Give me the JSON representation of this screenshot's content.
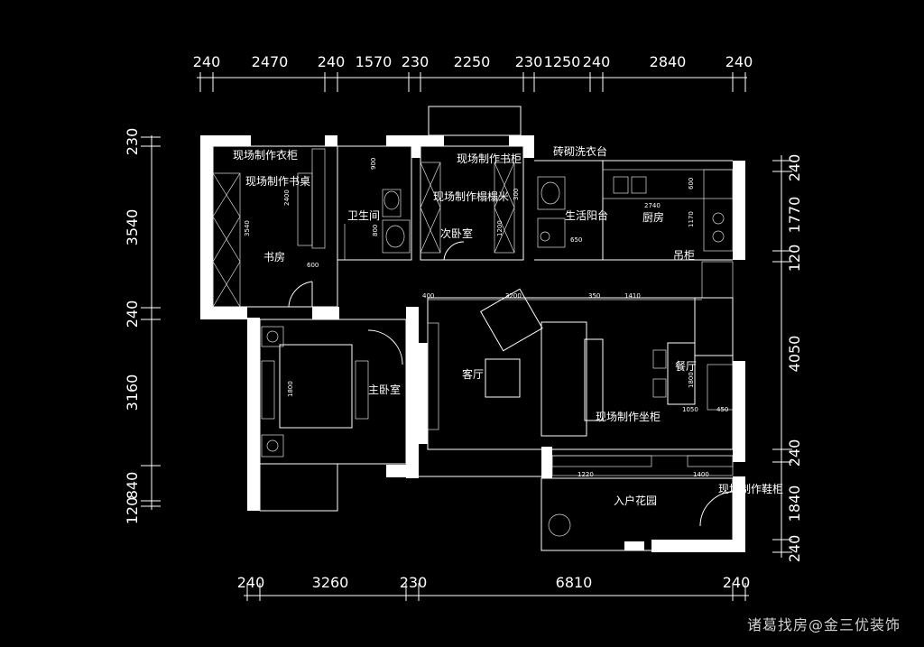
{
  "dims": {
    "top": [
      "240",
      "2470",
      "240",
      "1570",
      "230",
      "2250",
      "230",
      "1250",
      "240",
      "2840",
      "240"
    ],
    "bottom": [
      "240",
      "3260",
      "230",
      "6810",
      "240"
    ],
    "left": [
      "230",
      "3540",
      "240",
      "3160",
      "840",
      "120"
    ],
    "right": [
      "240",
      "1770",
      "120",
      "4050",
      "240",
      "1840",
      "240"
    ]
  },
  "rooms": {
    "study": "书房",
    "wardrobe": "现场制作衣柜",
    "desk": "现场制作书桌",
    "bathroom": "卫生间",
    "bookcase": "现场制作书柜",
    "tatami": "现场制作榻榻米",
    "second_bedroom": "次卧室",
    "sink": "砖砌洗衣台",
    "balcony": "生活阳台",
    "kitchen": "厨房",
    "hanging": "吊柜",
    "master": "主卧室",
    "living": "客厅",
    "dining": "餐厅",
    "seat_cabinet": "现场制作坐柜",
    "garden": "入户花园",
    "shoe_cabinet": "现场制作鞋柜"
  },
  "inner_dims": [
    "400",
    "3200",
    "350",
    "1410",
    "1800",
    "1800",
    "1050",
    "450",
    "1220",
    "1400",
    "2740",
    "600",
    "1170",
    "650",
    "2400",
    "3540",
    "900",
    "600",
    "800",
    "1200",
    "300"
  ],
  "watermark": "诸葛找房@金三优装饰"
}
